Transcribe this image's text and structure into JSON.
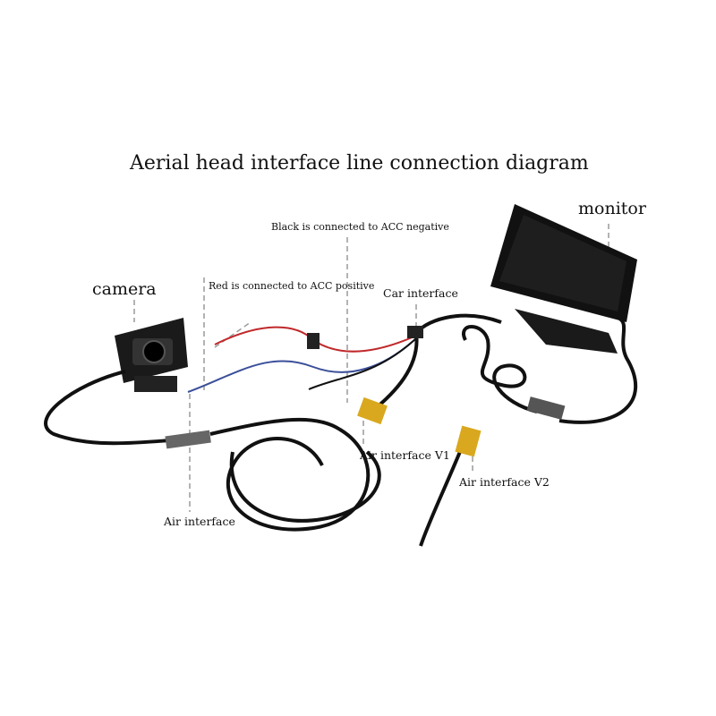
{
  "title": "Aerial head interface line connection diagram",
  "labels": {
    "camera": "camera",
    "monitor": "monitor",
    "black_wire": "Black is connected to ACC negative",
    "red_wire": "Red is connected to ACC positive",
    "car_interface": "Car interface",
    "air_interface": "Air interface",
    "air_v1": "Air interface V1",
    "air_v2": "Air interface V2"
  },
  "colors": {
    "cable": "#111111",
    "red_wire": "#c0282a",
    "blue_wire": "#3b4f9a",
    "connector_yellow": "#d9a81e",
    "leader": "#999999"
  }
}
